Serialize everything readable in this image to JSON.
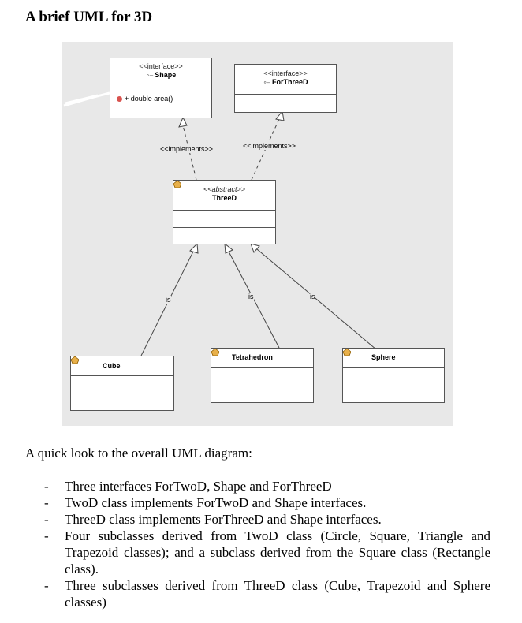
{
  "title": "A brief UML for 3D",
  "diagram": {
    "shape": {
      "stereotype": "<<interface>>",
      "name": "Shape",
      "method": "+ double area()"
    },
    "forthreed": {
      "stereotype": "<<interface>>",
      "name": "ForThreeD"
    },
    "threed": {
      "stereotype": "<<abstract>>",
      "name": "ThreeD"
    },
    "cube": {
      "name": "Cube"
    },
    "tetrahedron": {
      "name": "Tetrahedron"
    },
    "sphere": {
      "name": "Sphere"
    },
    "implements_label": "<<implements>>",
    "is_label": "is"
  },
  "intro": "A quick look to the overall UML diagram:",
  "bullets": [
    "Three interfaces ForTwoD, Shape and ForThreeD",
    "TwoD class implements ForTwoD and Shape interfaces.",
    "ThreeD class implements ForThreeD and Shape interfaces.",
    "Four subclasses derived from TwoD class (Circle, Square, Triangle and Trapezoid classes); and a subclass derived from the Square class (Rectangle class).",
    "Three subclasses derived from ThreeD class (Cube, Trapezoid and Sphere classes)"
  ]
}
